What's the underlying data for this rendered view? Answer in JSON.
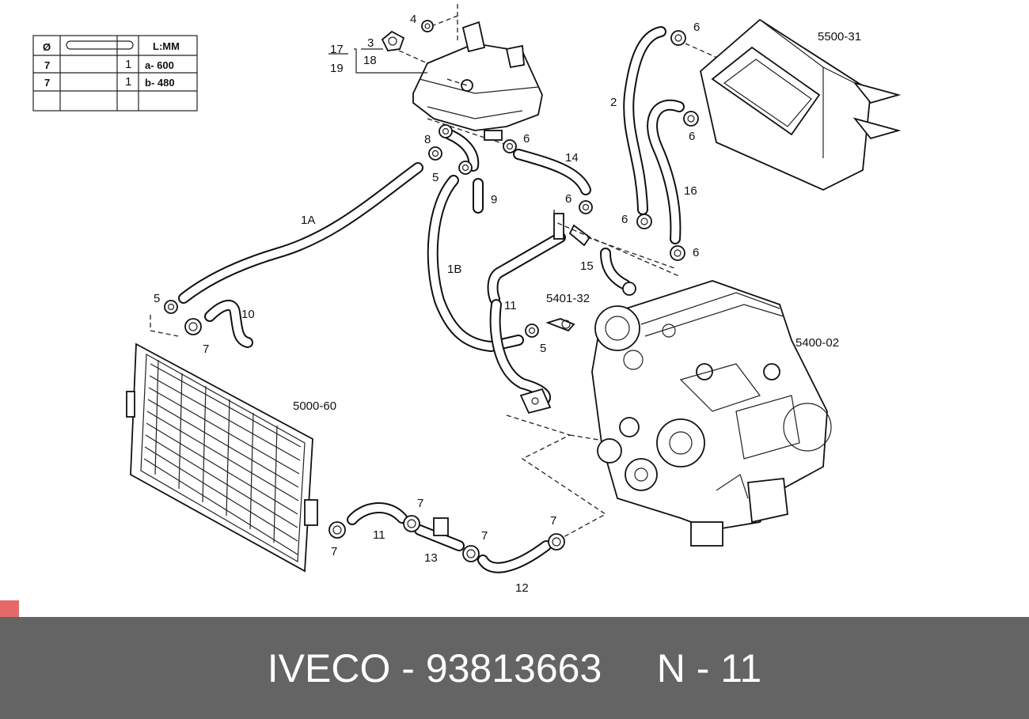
{
  "table": {
    "header": {
      "diameter_symbol": "Ø",
      "hose_symbol": "",
      "length_header": "L:MM"
    },
    "rows": [
      {
        "diameter": "7",
        "qty": "1",
        "length": "a- 600"
      },
      {
        "diameter": "7",
        "qty": "1",
        "length": "b- 480"
      },
      {
        "diameter": "",
        "qty": "",
        "length": ""
      }
    ]
  },
  "labels": {
    "p1a": "1A",
    "p1b": "1B",
    "p2": "2",
    "p3": "3",
    "p4": "4",
    "p5a": "5",
    "p5b": "5",
    "p5c": "5",
    "p6a": "6",
    "p6b": "6",
    "p6c": "6",
    "p6d": "6",
    "p6e": "6",
    "p6f": "6",
    "p7a": "7",
    "p7b": "7",
    "p7c": "7",
    "p7d": "7",
    "p7e": "7",
    "p8": "8",
    "p9": "9",
    "p10": "10",
    "p11a": "11",
    "p11b": "11",
    "p12": "12",
    "p13": "13",
    "p14": "14",
    "p15": "15",
    "p16": "16",
    "p17": "17",
    "p18": "18",
    "p19": "19",
    "ref_heater": "5500-31",
    "ref_engine": "5400-02",
    "ref_sensor": "5401-32",
    "ref_radiator": "5000-60"
  },
  "footer": {
    "brand": "IVECO",
    "separator": " - ",
    "part_number": "93813663",
    "page": "N - 11"
  },
  "colors": {
    "footer_bg": "#646464",
    "corner_mark": "#e46a6a"
  }
}
